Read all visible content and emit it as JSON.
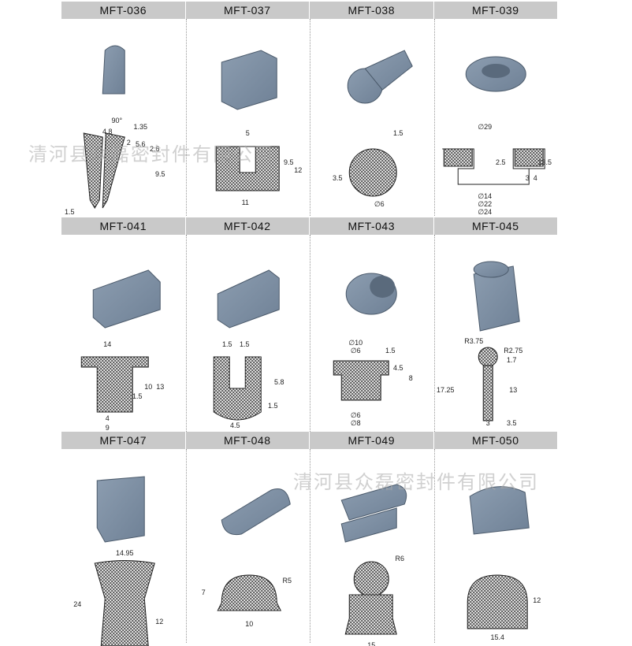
{
  "headers": [
    "MFT-036",
    "MFT-037",
    "MFT-038",
    "MFT-039",
    "MFT-041",
    "MFT-042",
    "MFT-043",
    "MFT-045",
    "MFT-047",
    "MFT-048",
    "MFT-049",
    "MFT-050"
  ],
  "dims": {
    "mft036": [
      "90°",
      "4.8",
      "1.35",
      "2",
      "5.6",
      "9.5",
      "2.6",
      "1.5"
    ],
    "mft037": [
      "5",
      "9.5",
      "12",
      "11"
    ],
    "mft038": [
      "1.5",
      "3.5",
      "∅6"
    ],
    "mft039": [
      "∅29",
      "2.5",
      "3",
      "4",
      "13.5",
      "∅14",
      "∅22",
      "∅24"
    ],
    "mft041": [
      "14",
      "10",
      "13",
      "1.5",
      "4",
      "9"
    ],
    "mft042": [
      "1.5",
      "1.5",
      "5.8",
      "1.5",
      "4.5"
    ],
    "mft043": [
      "∅10",
      "∅6",
      "1.5",
      "4.5",
      "8",
      "∅6",
      "∅8"
    ],
    "mft045": [
      "R3.75",
      "R2.75",
      "1.7",
      "17.25",
      "13",
      "3",
      "3.5"
    ],
    "mft047": [
      "14.95",
      "24",
      "12"
    ],
    "mft048": [
      "7",
      "R5",
      "10"
    ],
    "mft049": [
      "R6",
      "15"
    ],
    "mft050": [
      "12",
      "15.4"
    ]
  },
  "watermark": "清河县众磊密封件有限公司",
  "colors": {
    "header_bg": "#c9c9c9",
    "profile": "#6f8196",
    "line": "#222222"
  }
}
